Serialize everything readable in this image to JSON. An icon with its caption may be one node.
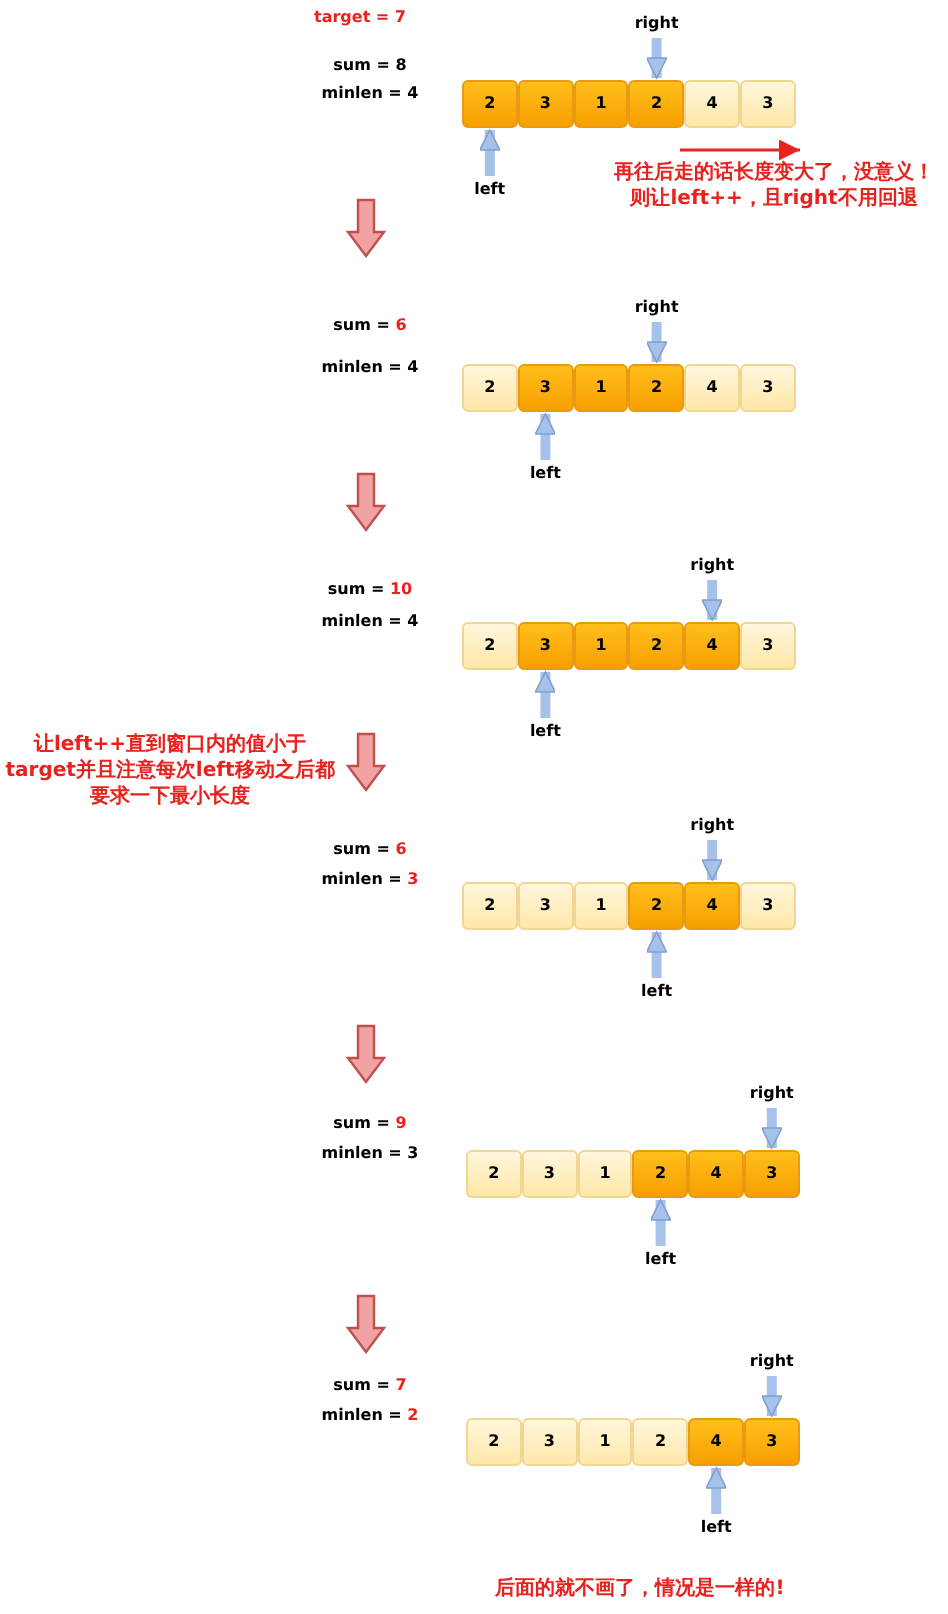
{
  "diagram": {
    "nodes": [
      {
        "text": [
          "right"
        ]
      },
      {
        "text": [
          "2"
        ]
      },
      {
        "text": [
          "3"
        ]
      },
      {
        "text": [
          "1"
        ]
      },
      {
        "text": [
          "2"
        ]
      },
      {
        "text": [
          "4"
        ]
      },
      {
        "text": [
          "3"
        ]
      },
      {
        "text": [
          "left"
        ]
      },
      {
        "text": [
          "right"
        ]
      },
      {
        "text": [
          "2"
        ]
      },
      {
        "text": [
          "3"
        ]
      },
      {
        "text": [
          "1"
        ]
      },
      {
        "text": [
          "2"
        ]
      },
      {
        "text": [
          "4"
        ]
      },
      {
        "text": [
          "3"
        ]
      },
      {
        "text": [
          "left"
        ]
      },
      {
        "text": [
          "right"
        ]
      },
      {
        "text": [
          "2"
        ]
      },
      {
        "text": [
          "3"
        ]
      },
      {
        "text": [
          "1"
        ]
      },
      {
        "text": [
          "2"
        ]
      },
      {
        "text": [
          "4"
        ]
      },
      {
        "text": [
          "3"
        ]
      },
      {
        "text": [
          "left"
        ]
      },
      {
        "text": [
          "right"
        ]
      },
      {
        "text": [
          "2"
        ]
      },
      {
        "text": [
          "3"
        ]
      },
      {
        "text": [
          "1"
        ]
      },
      {
        "text": [
          "2"
        ]
      },
      {
        "text": [
          "4"
        ]
      },
      {
        "text": [
          "3"
        ]
      },
      {
        "text": [
          "left"
        ]
      },
      {
        "text": [
          "right"
        ]
      },
      {
        "text": [
          "2"
        ]
      },
      {
        "text": [
          "3"
        ]
      },
      {
        "text": [
          "1"
        ]
      },
      {
        "text": [
          "2"
        ]
      },
      {
        "text": [
          "4"
        ]
      },
      {
        "text": [
          "3"
        ]
      },
      {
        "text": [
          "left"
        ]
      },
      {
        "text": [
          "right"
        ]
      },
      {
        "text": [
          "2"
        ]
      },
      {
        "text": [
          "3"
        ]
      },
      {
        "text": [
          "1"
        ]
      },
      {
        "text": [
          "2"
        ]
      },
      {
        "text": [
          "4"
        ]
      },
      {
        "text": [
          "3"
        ]
      },
      {
        "text": [
          "left"
        ]
      }
    ],
    "edges": [
      {
        "from": 0,
        "to": 4,
        "arrow": "to"
      },
      {
        "from": 7,
        "to": 1,
        "arrow": "to"
      },
      {
        "from": 8,
        "to": 12,
        "arrow": "to"
      },
      {
        "from": 15,
        "to": 10,
        "arrow": "to"
      },
      {
        "from": 16,
        "to": 21,
        "arrow": "to"
      },
      {
        "from": 23,
        "to": 18,
        "arrow": "to"
      },
      {
        "from": 24,
        "to": 29,
        "arrow": "to"
      },
      {
        "from": 31,
        "to": 28,
        "arrow": "to"
      },
      {
        "from": 32,
        "to": 38,
        "arrow": "to"
      },
      {
        "from": 39,
        "to": 36,
        "arrow": "to"
      },
      {
        "from": 40,
        "to": 46,
        "arrow": "to"
      },
      {
        "from": 47,
        "to": 45,
        "arrow": "to"
      }
    ],
    "labels": [
      "target = 7",
      "sum = 8",
      "minlen = 4",
      "再往后走的话长度变大了，没意义！则让left++，且right不用回退",
      "sum = 6",
      "minlen = 4",
      "sum = 10",
      "minlen = 4",
      "让left++直到窗口内的值小于target并且注意每次left移动之后都要求一下最小长度",
      "sum = 6",
      "minlen = 3",
      "sum = 9",
      "minlen = 3",
      "sum = 7",
      "minlen = 2",
      "后面的就不画了，情况是一样的!"
    ]
  }
}
